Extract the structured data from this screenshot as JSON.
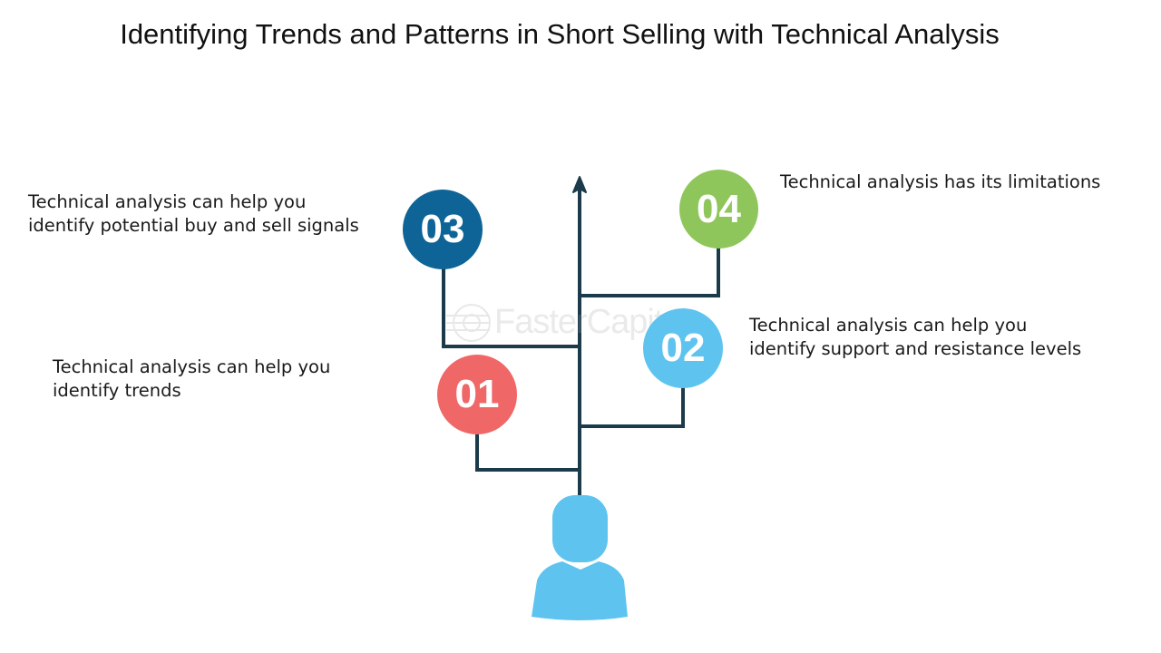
{
  "title": "Identifying Trends and Patterns in Short Selling with Technical Analysis",
  "watermark": "FasterCapital",
  "steps": [
    {
      "number": "01",
      "color": "#f06767",
      "lines": [
        "Technical analysis can help you",
        "identify trends"
      ]
    },
    {
      "number": "02",
      "color": "#5ec4ef",
      "lines": [
        "Technical analysis can help you",
        "identify support and resistance levels"
      ]
    },
    {
      "number": "03",
      "color": "#0e6496",
      "lines": [
        "Technical analysis can help you",
        "identify potential buy and sell signals"
      ]
    },
    {
      "number": "04",
      "color": "#8fc65c",
      "lines": [
        "Technical analysis has its limitations"
      ]
    }
  ],
  "colors": {
    "connector": "#1b3b4b",
    "person": "#5ec4ef"
  },
  "icons": {
    "person": "person-icon",
    "arrow": "arrow-up-icon",
    "watermark": "gear-icon"
  }
}
